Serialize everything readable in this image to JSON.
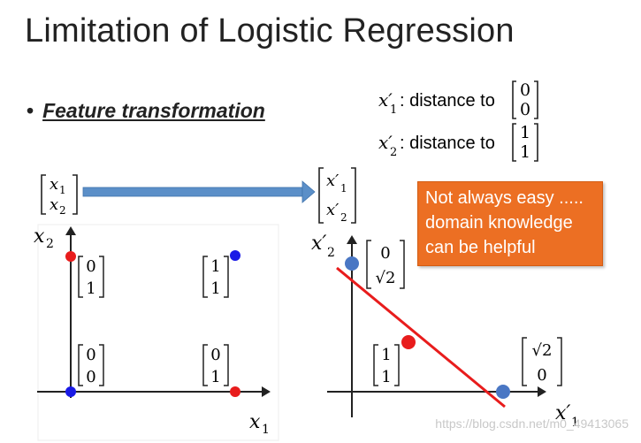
{
  "slide": {
    "title": "Limitation of Logistic Regression",
    "bullet_dot": "•",
    "bullet_text": "Feature transformation"
  },
  "definitions": [
    {
      "var": "x",
      "prime": "′",
      "sub": "1",
      "text": ": distance to",
      "vec": [
        "0",
        "0"
      ]
    },
    {
      "var": "x",
      "prime": "′",
      "sub": "2",
      "text": ": distance to",
      "vec": [
        "1",
        "1"
      ]
    }
  ],
  "transform": {
    "from": [
      "x",
      "x"
    ],
    "from_subs": [
      "1",
      "2"
    ],
    "to": [
      "x′",
      "x′"
    ],
    "to_subs": [
      "1",
      "2"
    ],
    "arrow_color": "#5b8fc8"
  },
  "note": {
    "lines": [
      "Not always easy .....",
      "domain knowledge",
      "can be helpful"
    ],
    "color": "#ec6f23"
  },
  "left_plot": {
    "x_axis_label": "x",
    "x_axis_sub": "1",
    "y_axis_label": "x",
    "y_axis_sub": "2",
    "points": [
      {
        "vec": [
          "0",
          "1"
        ],
        "color": "#e81c1c"
      },
      {
        "vec": [
          "1",
          "1"
        ],
        "color": "#1a1ae6"
      },
      {
        "vec": [
          "0",
          "0"
        ],
        "color": "#1a1ae6"
      },
      {
        "vec": [
          "0",
          "1"
        ],
        "color": "#e81c1c"
      }
    ]
  },
  "right_plot": {
    "x_axis_label": "x′",
    "x_axis_sub": "1",
    "y_axis_label": "x′",
    "y_axis_sub": "2",
    "points": [
      {
        "vec": [
          "0",
          "√2"
        ],
        "color": "#4a77c4"
      },
      {
        "vec": [
          "1",
          "1"
        ],
        "color": "#e81c1c"
      },
      {
        "vec": [
          "√2",
          "0"
        ],
        "color": "#4a77c4"
      }
    ],
    "boundary_color": "#e81c1c"
  },
  "watermark": "https://blog.csdn.net/m0_49413065"
}
